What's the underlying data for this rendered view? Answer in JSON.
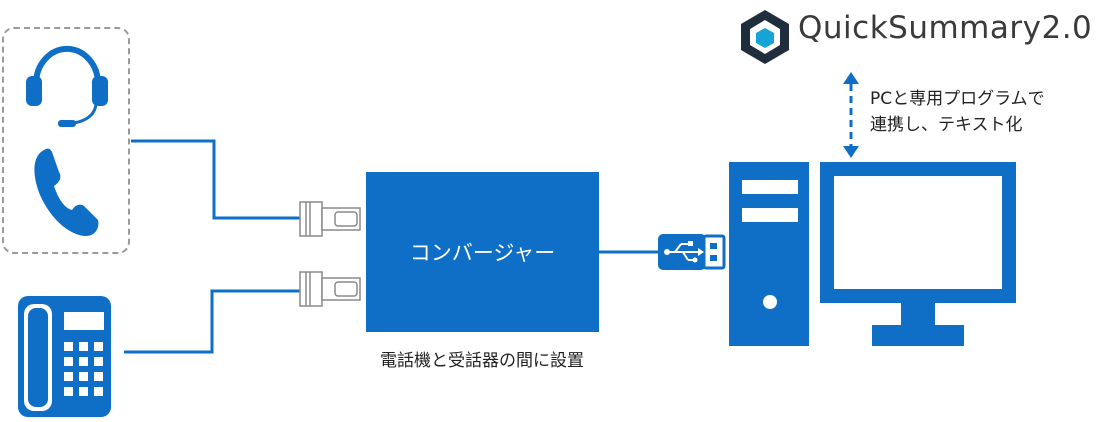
{
  "logo": {
    "name": "QuickSummary2.0",
    "icon": "quicksummary-logo-icon"
  },
  "converter": {
    "label": "コンバージャー"
  },
  "caption": "電話機と受話器の間に設置",
  "note": {
    "line1": "PCと専用プログラムで",
    "line2": "連携し、テキスト化"
  },
  "icons": [
    "headset-icon",
    "handset-icon",
    "desk-phone-icon",
    "rj-connector-icon",
    "usb-icon",
    "desktop-pc-icon",
    "double-arrow-icon"
  ],
  "colors": {
    "primary": "#0f6fc6",
    "connector": "#8a8a8a",
    "logo_dark": "#1f2d3d"
  }
}
